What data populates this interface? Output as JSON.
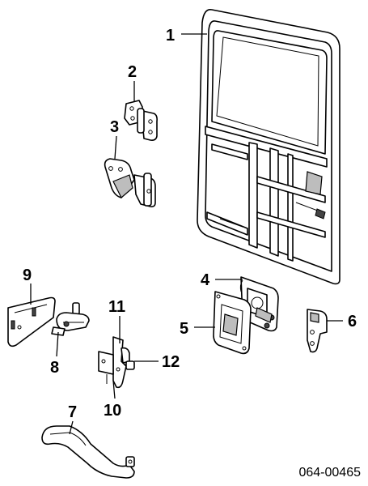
{
  "callouts": {
    "c1": "1",
    "c2": "2",
    "c3": "3",
    "c4": "4",
    "c5": "5",
    "c6": "6",
    "c7": "7",
    "c8": "8",
    "c9": "9",
    "c10": "10",
    "c11": "11",
    "c12": "12"
  },
  "diagram_code": "064-00465"
}
